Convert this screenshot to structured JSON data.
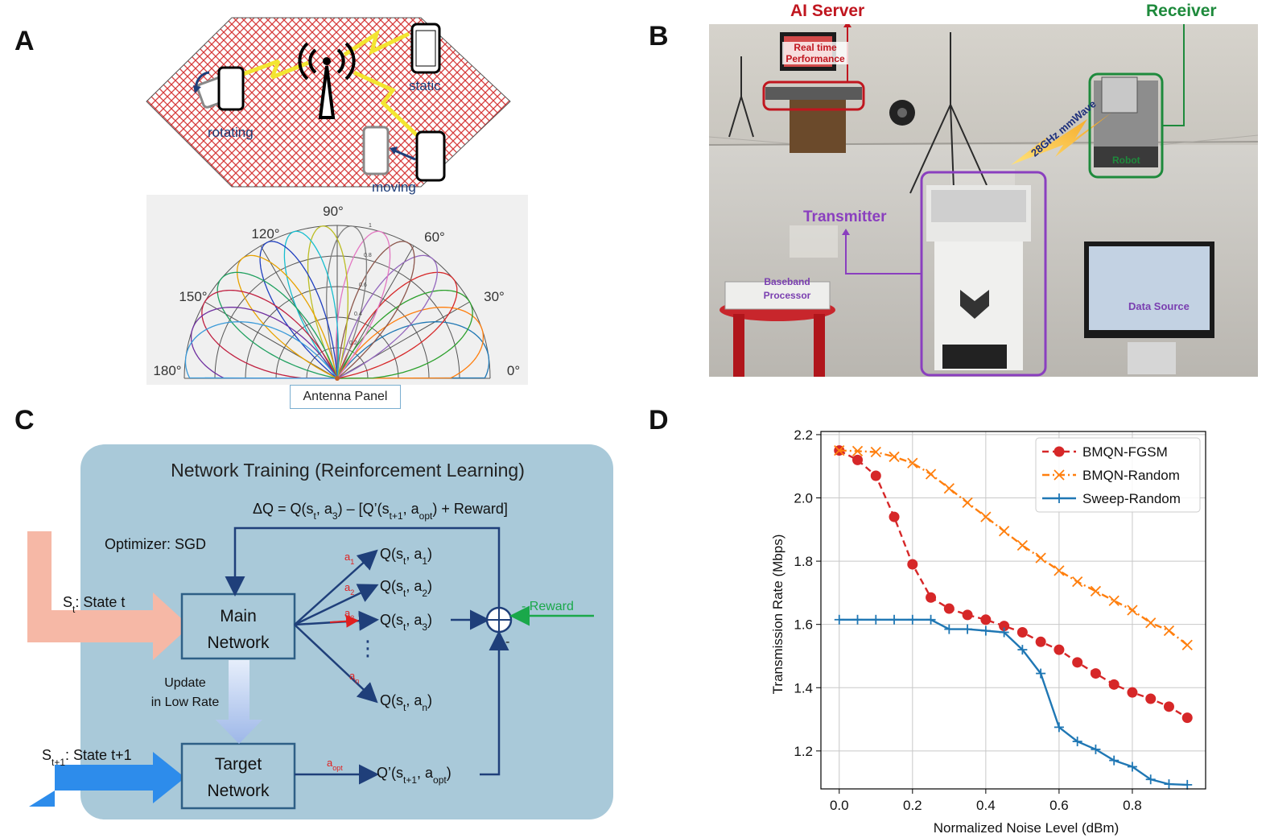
{
  "panels": {
    "a": "A",
    "b": "B",
    "c": "C",
    "d": "D"
  },
  "panel_a": {
    "device_labels": {
      "rotating": "rotating",
      "static": "static",
      "moving": "moving"
    },
    "polar": {
      "angle_labels": [
        "0°",
        "30°",
        "60°",
        "90°",
        "120°",
        "150°",
        "180°"
      ],
      "radial_ticks": [
        "1",
        "0.8",
        "0.6",
        "0.4",
        "0.2"
      ],
      "antenna_label": "Antenna Panel",
      "beam_count": 16
    }
  },
  "panel_b": {
    "callouts": {
      "ai_server": "AI Server",
      "receiver": "Receiver",
      "realtime_line1": "Real time",
      "realtime_line2": "Performance",
      "robot": "Robot",
      "mmwave": "28GHz mmWave",
      "transmitter": "Transmitter",
      "baseband_line1": "Baseband",
      "baseband_line2": "Processor",
      "data_source": "Data Source"
    },
    "colors": {
      "ai_server": "#c0161f",
      "receiver": "#1e8a3c",
      "transmitter": "#8a3fbf",
      "baseband": "#7a3fb0"
    }
  },
  "panel_c": {
    "title": "Network Training (Reinforcement Learning)",
    "delta_q": {
      "pre": "ΔQ = Q(s",
      "s1": "t",
      "mid1": ", a",
      "s2": "3",
      "mid2": ") – [Q’(s",
      "s3": "t+1",
      "mid3": ", a",
      "s4": "opt",
      "post": ") + Reward]"
    },
    "optimizer": "Optimizer: SGD",
    "state_t": {
      "main": "S",
      "sub": "t",
      "rest": ": State t"
    },
    "state_t1": {
      "main": "S",
      "sub": "t+1",
      "rest": ": State t+1"
    },
    "main_network": [
      "Main",
      "Network"
    ],
    "target_network": [
      "Target",
      "Network"
    ],
    "update": [
      "Update",
      "in Low Rate"
    ],
    "reward": "- Reward",
    "minus": "-",
    "dots": "⋮",
    "actions": [
      {
        "arrow": "a",
        "arrow_sub": "1",
        "q_pre": "Q(s",
        "q_sub1": "t",
        "q_mid": ", a",
        "q_sub2": "1",
        "q_post": ")"
      },
      {
        "arrow": "a",
        "arrow_sub": "2",
        "q_pre": "Q(s",
        "q_sub1": "t",
        "q_mid": ", a",
        "q_sub2": "2",
        "q_post": ")"
      },
      {
        "arrow": "a",
        "arrow_sub": "3",
        "q_pre": "Q(s",
        "q_sub1": "t",
        "q_mid": ", a",
        "q_sub2": "3",
        "q_post": ")"
      },
      {
        "arrow": "a",
        "arrow_sub": "n",
        "q_pre": "Q(s",
        "q_sub1": "t",
        "q_mid": ", a",
        "q_sub2": "n",
        "q_post": ")"
      }
    ],
    "target_action": {
      "arrow": "a",
      "arrow_sub": "opt",
      "q_pre": "Q’(s",
      "q_sub1": "t+1",
      "q_mid": ", a",
      "q_sub2": "opt",
      "q_post": ")"
    },
    "colors": {
      "bg": "#a9c9d9",
      "action_label": "#e02020",
      "reward": "#1aa84a",
      "arrow": "#1f3f7a"
    }
  },
  "chart_data": {
    "type": "line",
    "xlabel": "Normalized Noise Level (dBm)",
    "ylabel": "Transmission Rate (Mbps)",
    "xlim": [
      -0.05,
      1.0
    ],
    "ylim": [
      1.08,
      2.21
    ],
    "xticks": [
      0.0,
      0.2,
      0.4,
      0.6,
      0.8
    ],
    "xtick_labels": [
      "0.0",
      "0.2",
      "0.4",
      "0.6",
      "0.8"
    ],
    "yticks": [
      1.2,
      1.4,
      1.6,
      1.8,
      2.0,
      2.2
    ],
    "ytick_labels": [
      "1.2",
      "1.4",
      "1.6",
      "1.8",
      "2.0",
      "2.2"
    ],
    "grid": true,
    "legend": "top-right",
    "x": [
      0.0,
      0.05,
      0.1,
      0.15,
      0.2,
      0.25,
      0.3,
      0.35,
      0.4,
      0.45,
      0.5,
      0.55,
      0.6,
      0.65,
      0.7,
      0.75,
      0.8,
      0.85,
      0.9,
      0.95
    ],
    "series": [
      {
        "name": "BMQN-FGSM",
        "color": "#d62728",
        "marker": "circle",
        "style": "dashed",
        "values": [
          2.15,
          2.12,
          2.07,
          1.94,
          1.79,
          1.685,
          1.65,
          1.63,
          1.615,
          1.595,
          1.575,
          1.545,
          1.52,
          1.48,
          1.445,
          1.41,
          1.385,
          1.365,
          1.34,
          1.305
        ]
      },
      {
        "name": "BMQN-Random",
        "color": "#ff7f0e",
        "marker": "x",
        "style": "dashdot",
        "values": [
          2.15,
          2.148,
          2.145,
          2.13,
          2.11,
          2.075,
          2.03,
          1.985,
          1.94,
          1.895,
          1.85,
          1.81,
          1.77,
          1.735,
          1.705,
          1.675,
          1.645,
          1.605,
          1.58,
          1.535
        ]
      },
      {
        "name": "Sweep-Random",
        "color": "#1f77b4",
        "marker": "plus",
        "style": "solid",
        "values": [
          1.615,
          1.615,
          1.615,
          1.615,
          1.615,
          1.615,
          1.585,
          1.585,
          1.58,
          1.575,
          1.52,
          1.445,
          1.275,
          1.23,
          1.205,
          1.17,
          1.15,
          1.11,
          1.095,
          1.093
        ]
      }
    ]
  }
}
